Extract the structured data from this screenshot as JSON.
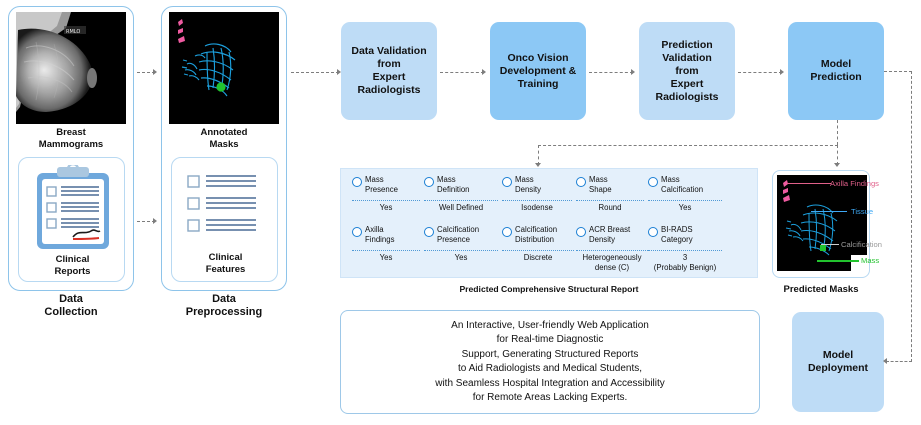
{
  "diagram": {
    "title": "Onco Vision breast cancer diagnostic pipeline",
    "colors": {
      "box_light": "#BEDCF6",
      "box_dark": "#8CC8F5",
      "panel_border": "#8EC4EA",
      "report_bg": "#E4F0FB",
      "radio_blue": "#1A7FD4",
      "dash_gray": "#7D7D7D",
      "axilla_pink": "#E0608A",
      "tissue_blue": "#3FA9F5",
      "calcification_gray": "#CCCCCC",
      "mass_green": "#22C32E"
    }
  },
  "stages": {
    "data_collection": {
      "caption": "Data\nCollection",
      "caption_line1": "Data",
      "caption_line2": "Collection",
      "thumbnail": {
        "label_line1": "Breast",
        "label_line2": "Mammograms"
      },
      "card": {
        "label_line1": "Clinical",
        "label_line2": "Reports"
      }
    },
    "data_preprocessing": {
      "caption_line1": "Data",
      "caption_line2": "Preprocessing",
      "thumbnail": {
        "label_line1": "Annotated",
        "label_line2": "Masks"
      },
      "card": {
        "label_line1": "Clinical",
        "label_line2": "Features"
      }
    }
  },
  "process_boxes": [
    {
      "id": "data-validation",
      "label": "Data Validation\nfrom\nExpert\nRadiologists",
      "shade": "light"
    },
    {
      "id": "onco-vision-development",
      "label": "Onco Vision\nDevelopment &\nTraining",
      "shade": "dark"
    },
    {
      "id": "prediction-validation",
      "label": "Prediction\nValidation\nfrom\nExpert\nRadiologists",
      "shade": "light"
    },
    {
      "id": "model-prediction",
      "label": "Model\nPrediction",
      "shade": "dark"
    },
    {
      "id": "model-deployment",
      "label": "Model\nDeployment",
      "shade": "light"
    }
  ],
  "structured_report": {
    "caption": "Predicted Comprehensive Structural Report",
    "features": [
      {
        "label": "Mass\nPresence",
        "label_l1": "Mass",
        "label_l2": "Presence",
        "value": "Yes"
      },
      {
        "label": "Mass\nDefinition",
        "label_l1": "Mass",
        "label_l2": "Definition",
        "value": "Well Defined"
      },
      {
        "label": "Mass\nDensity",
        "label_l1": "Mass",
        "label_l2": "Density",
        "value": "Isodense"
      },
      {
        "label": "Mass\nShape",
        "label_l1": "Mass",
        "label_l2": "Shape",
        "value": "Round"
      },
      {
        "label": "Mass\nCalcification",
        "label_l1": "Mass",
        "label_l2": "Calcification",
        "value": "Yes"
      },
      {
        "label": "Axilla\nFindings",
        "label_l1": "Axilla",
        "label_l2": "Findings",
        "value": "Yes"
      },
      {
        "label": "Calcification\nPresence",
        "label_l1": "Calcification",
        "label_l2": "Presence",
        "value": "Yes"
      },
      {
        "label": "Calcification\nDistribution",
        "label_l1": "Calcification",
        "label_l2": "Distribution",
        "value": "Discrete"
      },
      {
        "label": "ACR Breast\nDensity",
        "label_l1": "ACR Breast",
        "label_l2": "Density",
        "value": "Heterogeneously\ndense (C)"
      },
      {
        "label": "BI-RADS\nCategory",
        "label_l1": "BI-RADS",
        "label_l2": "Category",
        "value": "3\n(Probably Benign)"
      }
    ]
  },
  "predicted_masks": {
    "caption": "Predicted Masks",
    "legend": [
      {
        "name": "axilla-findings",
        "label": "Axilla Findings",
        "color": "#E0608A"
      },
      {
        "name": "tissue",
        "label": "Tissue",
        "color": "#3FA9F5"
      },
      {
        "name": "calcification",
        "label": "Calcification",
        "color": "#CFCFCF"
      },
      {
        "name": "mass",
        "label": "Mass",
        "color": "#22C32E"
      }
    ]
  },
  "web_application": {
    "text": "An Interactive, User-friendly Web Application\nfor Real-time Diagnostic\nSupport, Generating Structured Reports\nto Aid Radiologists and Medical Students,\nwith Seamless Hospital Integration and Accessibility\nfor Remote Areas Lacking Experts."
  }
}
